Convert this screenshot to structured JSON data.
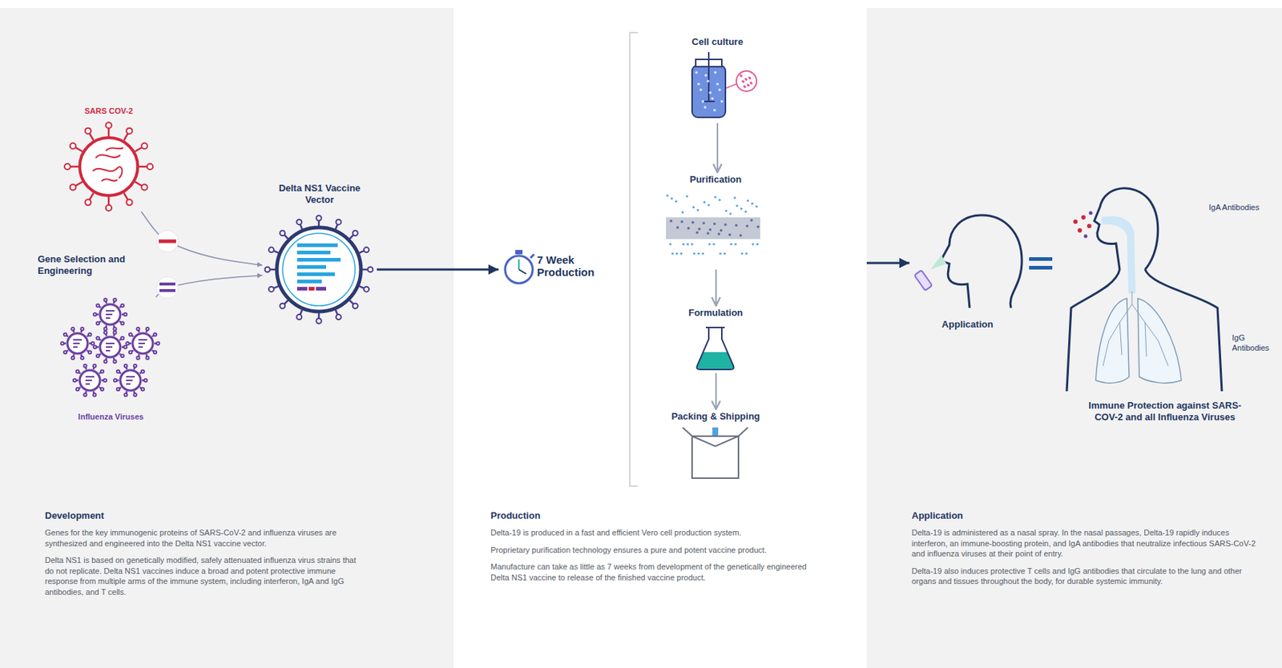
{
  "diagram": {
    "nodes": [
      {
        "text": [
          "Development",
          "Genes for the key immunogenic proteins of SARS-CoV-2 and influenza viruses are synthesized and engineered into the Delta NS1 vaccine vector.",
          "Delta NS1 is based on genetically modified, safely attenuated influenza virus strains that do not replicate. Delta NS1 vaccines induce a broad and potent protective immune response from multiple arms of the immune system, including interferon, IgA and IgG antibodies, and T cells."
        ]
      },
      {
        "text": [
          "SARS COV-2"
        ],
        "in": 0
      },
      {
        "text": [
          "Influenza Viruses"
        ],
        "in": 0
      },
      {
        "text": [
          "Delta NS1 Vaccine Vector"
        ],
        "in": 0
      },
      {
        "text": [
          "Production",
          "Delta-19 is produced in a fast and efficient Vero cell production system.",
          "Proprietary purification technology ensures a pure and potent vaccine product.",
          "Manufacture can take as little as 7 weeks from development of the genetically engineered Delta NS1 vaccine to release of the finished vaccine product."
        ]
      },
      {
        "text": [
          "7 Week Production"
        ],
        "in": 4
      },
      {
        "text": [
          "Cell culture"
        ],
        "in": 4
      },
      {
        "text": [
          "Purification"
        ],
        "in": 4
      },
      {
        "text": [
          "Formulation"
        ],
        "in": 4
      },
      {
        "text": [
          "Packing & Shipping"
        ],
        "in": 4
      },
      {
        "text": [
          "Application",
          "Delta-19 is administered as a nasal spray. In the nasal passages, Delta-19 rapidly induces interferon, an immune-boosting protein, and IgA antibodies that neutralize infectious SARS-CoV-2 and influenza viruses at their point of entry.",
          "Delta-19 also induces protective T cells and IgG antibodies that circulate to the lung and other organs and tissues throughout the body, for durable systemic immunity."
        ]
      },
      {
        "text": [
          "Application"
        ],
        "in": 10
      },
      {
        "text": [
          "Immune Protection against SARS-COV-2 and all Influenza Viruses"
        ],
        "in": 10
      }
    ],
    "edges": [
      {
        "from": 1,
        "to": 3,
        "arrow": "to"
      },
      {
        "from": 2,
        "to": 3,
        "arrow": "to"
      },
      {
        "from": 3,
        "to": 5,
        "arrow": "to"
      },
      {
        "from": 6,
        "to": 7,
        "arrow": "to"
      },
      {
        "from": 7,
        "to": 8,
        "arrow": "to"
      },
      {
        "from": 8,
        "to": 9,
        "arrow": "to"
      },
      {
        "from": 4,
        "to": 11,
        "arrow": "to"
      }
    ],
    "labels": [
      "Gene Selection and Engineering",
      "IgA Antibodies",
      "IgG Antibodies"
    ]
  }
}
